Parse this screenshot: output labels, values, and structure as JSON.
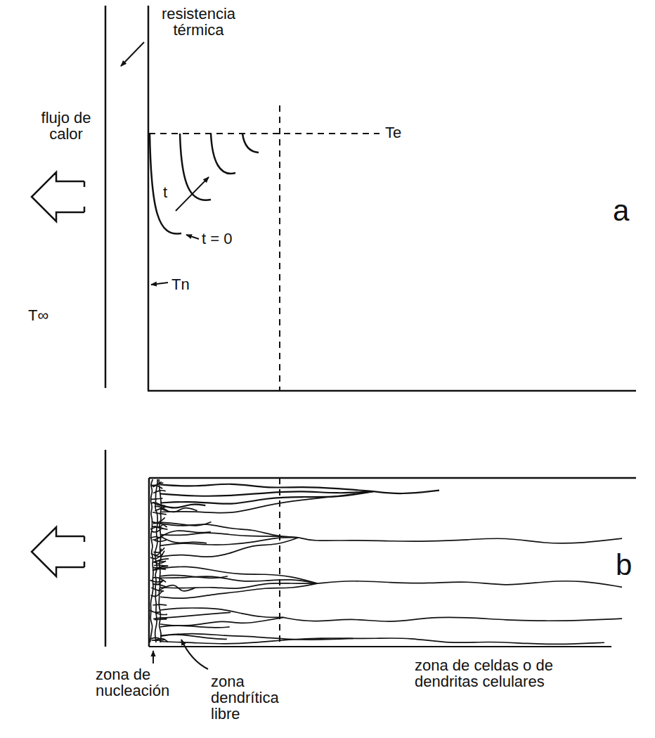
{
  "diagram": {
    "labels": [
      "resistencia térmica",
      "flujo de calor",
      "Te",
      "t",
      "t = 0",
      "Tn",
      "T∞",
      "a",
      "b",
      "zona de nucleación",
      "zona dendrítica libre",
      "zona de celdas o de dendritas celulares"
    ]
  }
}
